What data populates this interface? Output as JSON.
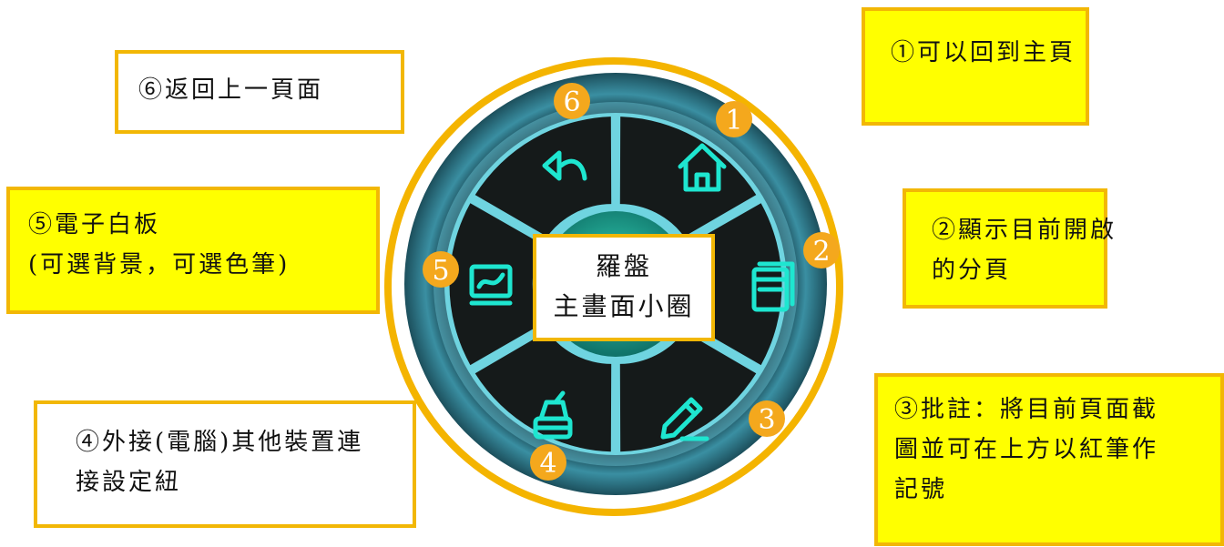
{
  "center": {
    "lines": [
      "羅盤",
      "主畫面小圈"
    ]
  },
  "dial": {
    "numbers": [
      "1",
      "2",
      "3",
      "4",
      "5",
      "6"
    ],
    "segment_icons": [
      "home-icon",
      "window-icon",
      "pencil-icon",
      "router-icon",
      "whiteboard-icon",
      "back-arrow-icon"
    ],
    "colors": {
      "ring": "#f4b400",
      "number_badge": "#f4a81d",
      "icon": "#1ee6d0",
      "segment": "#141818",
      "bezel": "#3f8fa0"
    }
  },
  "callouts": {
    "c1": {
      "lines": [
        "①可以回到主頁"
      ]
    },
    "c2": {
      "lines": [
        "②顯示目前開啟",
        "的分頁"
      ]
    },
    "c3": {
      "lines": [
        "③批註：將目前頁面截",
        "圖並可在上方以紅筆作",
        "記號"
      ]
    },
    "c4": {
      "lines": [
        "④外接(電腦)其他裝置連",
        "接設定紐"
      ]
    },
    "c5": {
      "lines": [
        "⑤電子白板",
        "(可選背景，可選色筆)"
      ]
    },
    "c6": {
      "lines": [
        "⑥返回上一頁面"
      ]
    }
  }
}
